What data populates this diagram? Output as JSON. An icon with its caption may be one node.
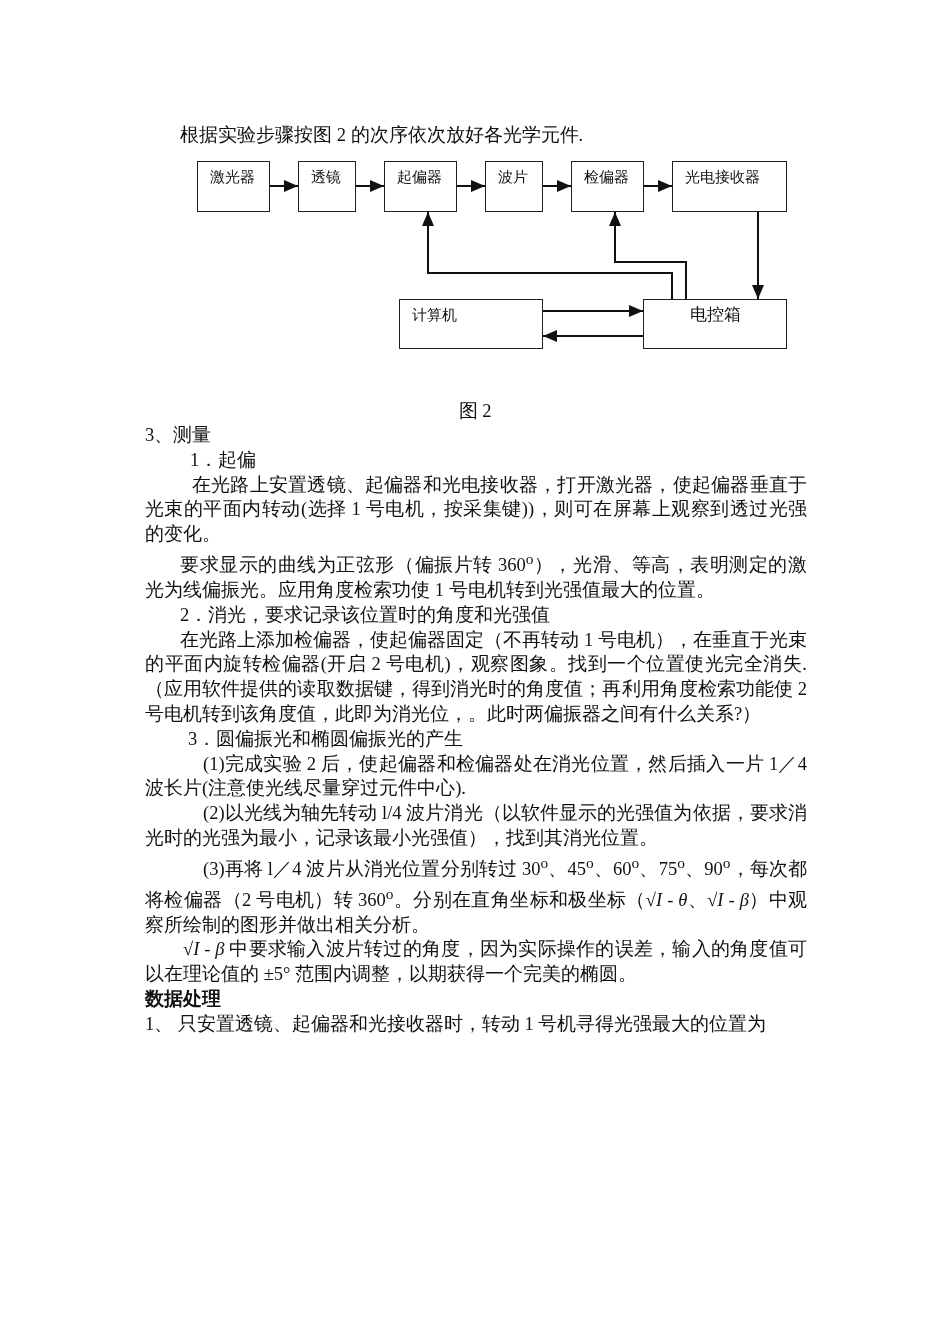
{
  "diagram": {
    "caption": "图 2",
    "nodes": [
      {
        "text": [
          "激光器"
        ]
      },
      {
        "text": [
          "透镜"
        ]
      },
      {
        "text": [
          "起偏器"
        ]
      },
      {
        "text": [
          "波片"
        ]
      },
      {
        "text": [
          "检偏器"
        ]
      },
      {
        "text": [
          "光电接收器"
        ]
      },
      {
        "text": [
          "计算机"
        ]
      },
      {
        "text": [
          "电控箱"
        ]
      }
    ],
    "edges": [
      {
        "from": 0,
        "to": 1,
        "arrow": "to"
      },
      {
        "from": 1,
        "to": 2,
        "arrow": "to"
      },
      {
        "from": 2,
        "to": 3,
        "arrow": "to"
      },
      {
        "from": 3,
        "to": 4,
        "arrow": "to"
      },
      {
        "from": 4,
        "to": 5,
        "arrow": "to"
      },
      {
        "from": 5,
        "to": 7,
        "arrow": "to"
      },
      {
        "from": 7,
        "to": 2,
        "arrow": "to"
      },
      {
        "from": 7,
        "to": 4,
        "arrow": "to"
      },
      {
        "from": 6,
        "to": 7,
        "arrow": "to"
      },
      {
        "from": 7,
        "to": 6,
        "arrow": "to"
      }
    ],
    "labels": [
      "根据实验步骤按图 2 的次序依次放好各光学元件.",
      "3、测量",
      "1．起偏",
      "在光路上安置透镜、起偏器和光电接收器，打开激光器，使起偏器垂直于光束的平面内转动(选择 1 号电机，按采集键))，则可在屏幕上观察到透过光强的变化。",
      "要求显示的曲线为正弦形（偏振片转 360$^{o}$），光滑、等高，表明测定的激光为线偏振光。应用角度检索功使 1 号电机转到光强值最大的位置。",
      "2．消光，要求记录该位置时的角度和光强值",
      "在光路上添加检偏器，使起偏器固定（不再转动 1 号电机），在垂直于光束的平面内旋转检偏器(开启 2 号电机)，观察图象。找到一个位置使光完全消失.（应用软件提供的读取数据键，得到消光时的角度值；再利用角度检索功能使 2 号电机转到该角度值，此即为消光位，。此时两偏振器之间有什么关系?）",
      "3．圆偏振光和椭圆偏振光的产生",
      "(1)完成实验 2 后，使起偏器和检偏器处在消光位置，然后插入一片 1／4 波长片(注意使光线尽量穿过元件中心).",
      "(2)以光线为轴先转动 l/4 波片消光（以软件显示的光强值为依据，要求消光时的光强为最小，记录该最小光强值），找到其消光位置。",
      "(3)再将 l／4 波片从消光位置分别转过 30$^{o}$、45$^{o}$、60$^{o}$、75$^{o}$、90$^{o}$，每次都将检偏器（2 号电机）转 360$^{o}$。分别在直角坐标和极坐标（√*I* - *θ*、√*I* - *β*）中观察所绘制的图形并做出相关分析。",
      "√*I* - *β* 中要求输入波片转过的角度，因为实际操作的误差，输入的角度值可以在理论值的 ±5° 范围内调整，以期获得一个完美的椭圆。",
      "数据处理",
      "1、 只安置透镜、起偏器和光接收器时，转动 1 号机寻得光强最大的位置为"
    ]
  }
}
